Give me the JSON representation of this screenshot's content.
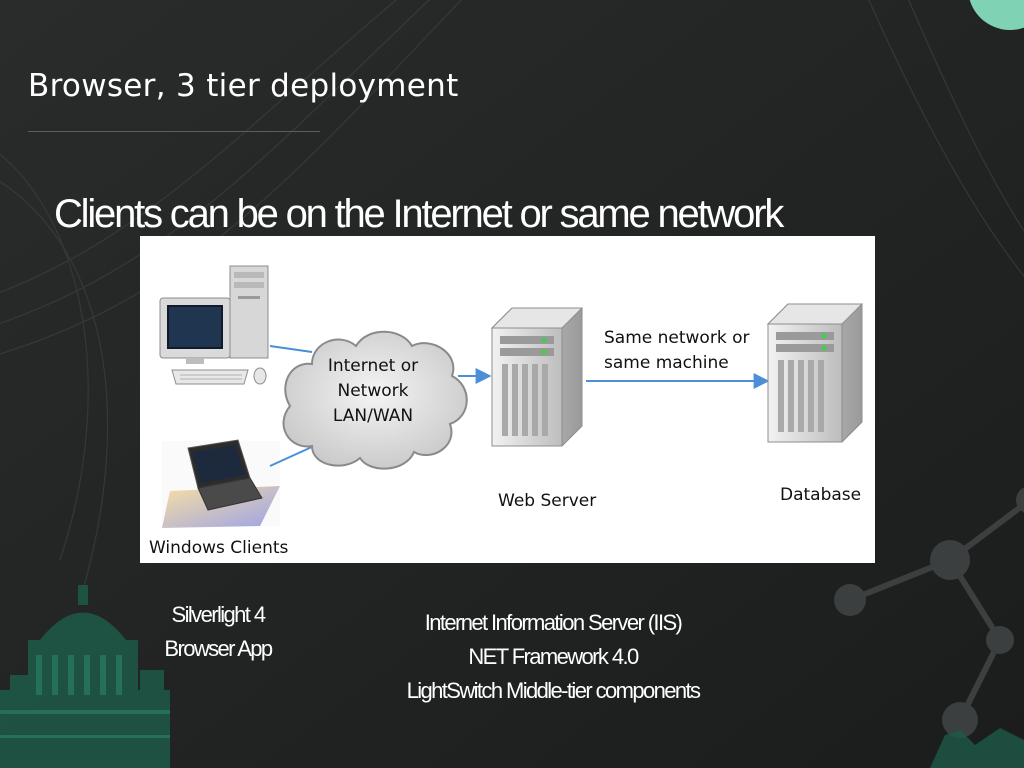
{
  "slide": {
    "title": "Browser, 3 tier deployment",
    "headline": "Clients can be on the Internet or same network"
  },
  "diagram": {
    "cloud": {
      "lines": [
        "Internet or",
        "Network",
        "LAN/WAN"
      ]
    },
    "link_label": {
      "lines": [
        "Same network or",
        "same machine"
      ]
    },
    "web_server_label": "Web Server",
    "database_label": "Database",
    "clients_label": "Windows Clients"
  },
  "captions": {
    "client": [
      "Silverlight 4",
      "Browser App"
    ],
    "server": [
      "Internet Information Server (IIS)",
      "NET Framework 4.0",
      "LightSwitch Middle-tier components"
    ]
  },
  "colors": {
    "background": "#212222",
    "accent_teal": "#7fd3b4",
    "arrow_blue": "#4a8fd8"
  }
}
